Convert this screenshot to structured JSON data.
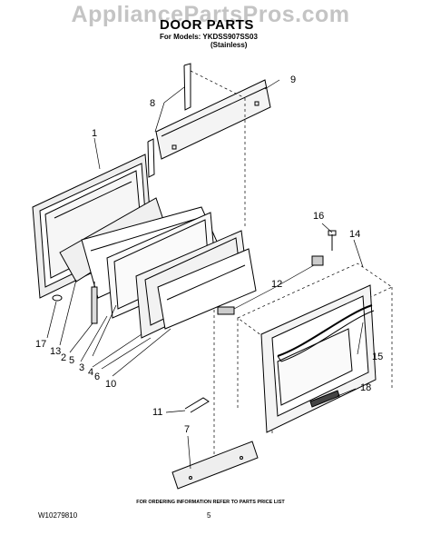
{
  "watermark": "AppliancePartsPros.com",
  "header": {
    "title": "DOOR PARTS",
    "models": "For Models: YKDSS907SS03",
    "variant": "(Stainless)"
  },
  "callouts": {
    "c1": "1",
    "c2": "2",
    "c3": "3",
    "c4": "4",
    "c5": "5",
    "c6": "6",
    "c7": "7",
    "c8": "8",
    "c9": "9",
    "c10": "10",
    "c11": "11",
    "c12": "12",
    "c13": "13",
    "c14": "14",
    "c15": "15",
    "c16": "16",
    "c17": "17",
    "c18": "18"
  },
  "footer": {
    "note": "FOR ORDERING INFORMATION REFER TO PARTS PRICE LIST",
    "doc_number": "W10279810",
    "page": "5"
  }
}
